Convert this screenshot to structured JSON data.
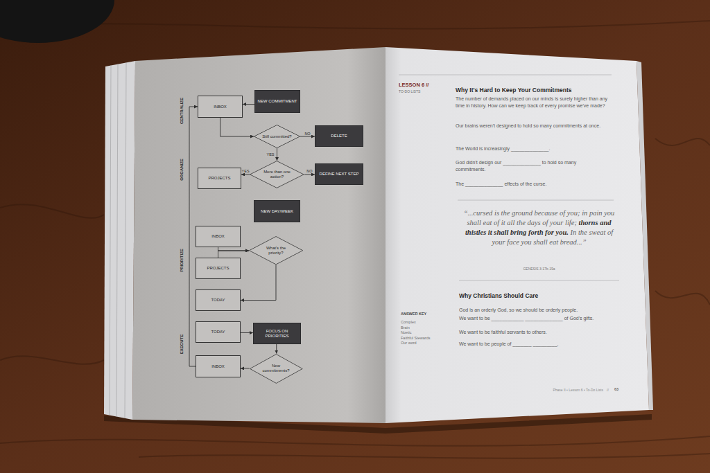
{
  "diagram": {
    "nodes": [
      {
        "text": [
          "INBOX"
        ]
      },
      {
        "text": [
          "NEW COMMITMENT"
        ]
      },
      {
        "text": [
          "Still committed?"
        ]
      },
      {
        "text": [
          "DELETE"
        ]
      },
      {
        "text": [
          "PROJECTS"
        ]
      },
      {
        "text": [
          "More than one action?"
        ]
      },
      {
        "text": [
          "DEFINE NEXT STEP"
        ]
      },
      {
        "text": [
          "NEW DAY/WEEK"
        ]
      },
      {
        "text": [
          "INBOX"
        ]
      },
      {
        "text": [
          "What's the priority?"
        ]
      },
      {
        "text": [
          "PROJECTS"
        ]
      },
      {
        "text": [
          "TODAY"
        ]
      },
      {
        "text": [
          "TODAY"
        ]
      },
      {
        "text": [
          "FOCUS ON PRIORITIES"
        ]
      },
      {
        "text": [
          "INBOX"
        ]
      },
      {
        "text": [
          "New commitments?"
        ]
      }
    ],
    "edges": [
      {
        "from": 1,
        "to": 0,
        "arrow": "to"
      },
      {
        "from": 0,
        "to": 2,
        "arrow": "to"
      },
      {
        "from": 2,
        "to": 3,
        "label": "NO",
        "arrow": "to"
      },
      {
        "from": 2,
        "to": 5,
        "label": "YES",
        "arrow": "to"
      },
      {
        "from": 5,
        "to": 4,
        "label": "YES",
        "arrow": "to"
      },
      {
        "from": 5,
        "to": 6,
        "label": "NO",
        "arrow": "to"
      },
      {
        "from": 8,
        "to": 9,
        "arrow": "to"
      },
      {
        "from": 10,
        "to": 9,
        "arrow": "to"
      },
      {
        "from": 9,
        "to": 11,
        "arrow": "to"
      },
      {
        "from": 12,
        "to": 13,
        "arrow": "to"
      },
      {
        "from": 13,
        "to": 15,
        "arrow": "to"
      },
      {
        "from": 15,
        "to": 14,
        "arrow": "to"
      },
      {
        "from": 14,
        "to": 0,
        "arrow": "to"
      }
    ],
    "labels": [
      "CENTRALIZE",
      "ORGANIZE",
      "PRIORITIZE",
      "EXECUTE",
      "LESSON 6 //",
      "TO-DO LISTS",
      "Why It's Hard to Keep Your Commitments",
      "The number of demands placed on our minds is surely higher than any time in history. How can we keep track of every promise we've made?",
      "Our brains weren't designed to hold so many commitments at once.",
      "The World is increasingly ______________.",
      "God didn't design our ______________ to hold so many commitments.",
      "The ______________ effects of the curse.",
      "“...cursed is the ground because of you; in pain you shall eat of it all the days of your life;",
      "thorns and thistles it shall bring forth for you.",
      "In the sweat of your face you shall eat bread...”",
      "GENESIS 3:17b-19a",
      "Why Christians Should Care",
      "God is an orderly God, so we should be orderly people.",
      "We want to be ____________ ______________ of God's gifts.",
      "We want to be faithful servants to others.",
      "We want to be people of _______ _________.",
      "ANSWER KEY",
      "Complex",
      "Brain",
      "Noetic",
      "Faithful Stewards",
      "Our word",
      "Phase II • Lesson 6 • To-Do Lists",
      "//",
      "63"
    ]
  }
}
